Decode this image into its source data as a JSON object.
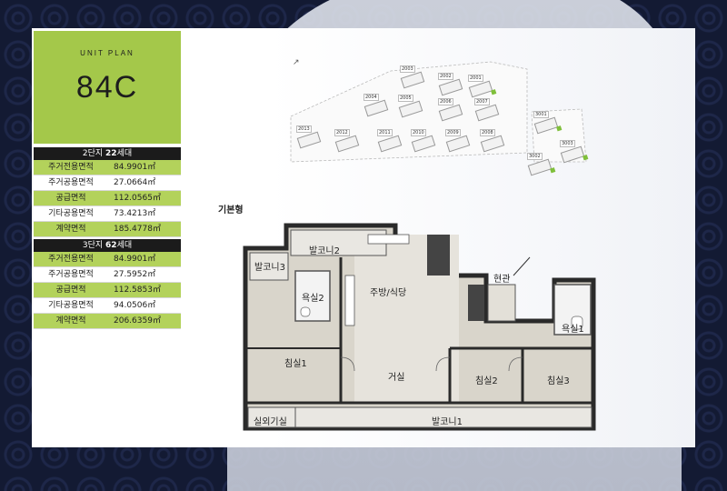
{
  "unit": {
    "plan_label": "UNIT PLAN",
    "type": "84C"
  },
  "complex2": {
    "header_prefix": "2단지",
    "header_count": "22",
    "header_suffix": "세대",
    "rows": [
      {
        "label": "주거전용면적",
        "value": "84.9901㎡",
        "highlight": true
      },
      {
        "label": "주거공용면적",
        "value": "27.0664㎡",
        "highlight": false
      },
      {
        "label": "공급면적",
        "value": "112.0565㎡",
        "highlight": true
      },
      {
        "label": "기타공용면적",
        "value": "73.4213㎡",
        "highlight": false
      },
      {
        "label": "계약면적",
        "value": "185.4778㎡",
        "highlight": true
      }
    ]
  },
  "complex3": {
    "header_prefix": "3단지",
    "header_count": "62",
    "header_suffix": "세대",
    "rows": [
      {
        "label": "주거전용면적",
        "value": "84.9901㎡",
        "highlight": true
      },
      {
        "label": "주거공용면적",
        "value": "27.5952㎡",
        "highlight": false
      },
      {
        "label": "공급면적",
        "value": "112.5853㎡",
        "highlight": true
      },
      {
        "label": "기타공용면적",
        "value": "94.0506㎡",
        "highlight": false
      },
      {
        "label": "계약면적",
        "value": "206.6359㎡",
        "highlight": true
      }
    ]
  },
  "site_map": {
    "buildings": [
      "2003",
      "2002",
      "2001",
      "2004",
      "2005",
      "2006",
      "2007",
      "2013",
      "2012",
      "2011",
      "2010",
      "2009",
      "2008",
      "3001",
      "3002",
      "3003"
    ],
    "highlighted": [
      "2001",
      "3001",
      "3002",
      "3003"
    ],
    "north_icon": "north-arrow-icon"
  },
  "plan": {
    "label": "기본형",
    "rooms": {
      "balcony2": "발코니2",
      "balcony3": "발코니3",
      "bath2": "욕실2",
      "kitchen": "주방/식당",
      "entrance": "현관",
      "bath1": "욕실1",
      "bedroom1": "침실1",
      "living": "거실",
      "bedroom2": "침실2",
      "bedroom3": "침실3",
      "outdoor_unit": "실외기실",
      "balcony1": "발코니1"
    }
  },
  "colors": {
    "accent": "#a4c84a",
    "header_bg": "#1b1b1b",
    "background": "#131a33",
    "room_fill": "#d9d5cb",
    "wall": "#2a2a2a"
  }
}
